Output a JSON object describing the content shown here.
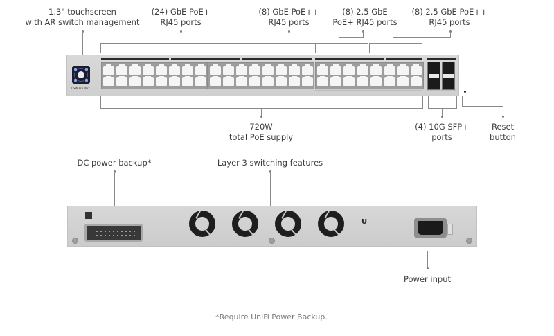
{
  "front_callouts": {
    "touchscreen": "1.3\" touchscreen\nwith AR switch management",
    "touchscreen_line1": "1.3\" touchscreen",
    "touchscreen_line2": "with AR switch management",
    "gbe_poe_plus_line1": "(24) GbE PoE+",
    "gbe_poe_plus_line2": "RJ45 ports",
    "gbe_poe_pp_line1": "(8) GbE PoE++",
    "gbe_poe_pp_line2": "RJ45 ports",
    "g25_poe_plus_line1": "(8) 2.5 GbE",
    "g25_poe_plus_line2": "PoE+ RJ45 ports",
    "g25_poe_pp_line1": "(8) 2.5 GbE PoE++",
    "g25_poe_pp_line2": "RJ45 ports",
    "poe_supply_line1": "720W",
    "poe_supply_line2": "total PoE supply",
    "sfp_line1": "(4) 10G SFP+",
    "sfp_line2": "ports",
    "reset_line1": "Reset",
    "reset_line2": "button"
  },
  "back_callouts": {
    "dc_backup": "DC power backup*",
    "layer3": "Layer 3 switching features",
    "power_input": "Power input"
  },
  "device": {
    "brand_text": "USW Pro Max",
    "logo_glyph": "U"
  },
  "footnote": "*Require UniFi Power Backup."
}
